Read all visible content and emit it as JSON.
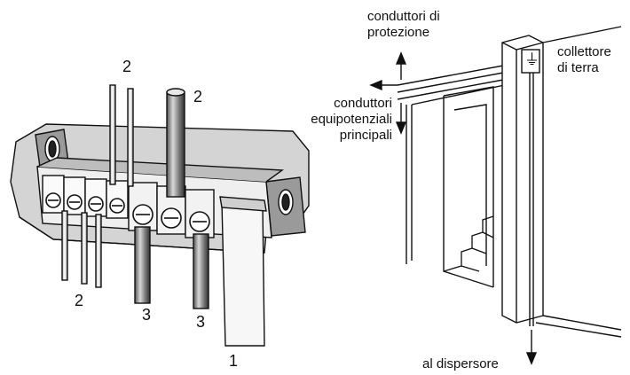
{
  "left_figure": {
    "callouts": {
      "c2_top": "2",
      "c2_rod": "2",
      "c2_bottom": "2",
      "c3_left": "3",
      "c3_right": "3",
      "c1": "1"
    }
  },
  "right_figure": {
    "protective_conductors": [
      "conduttori di",
      "protezione"
    ],
    "main_bonding_conductors": [
      "conduttori",
      "equipotenziali",
      "principali"
    ],
    "earth_collector": [
      "collettore",
      "di terra"
    ],
    "to_earth_electrode": "al dispersore",
    "collector_symbol": "⏚"
  }
}
